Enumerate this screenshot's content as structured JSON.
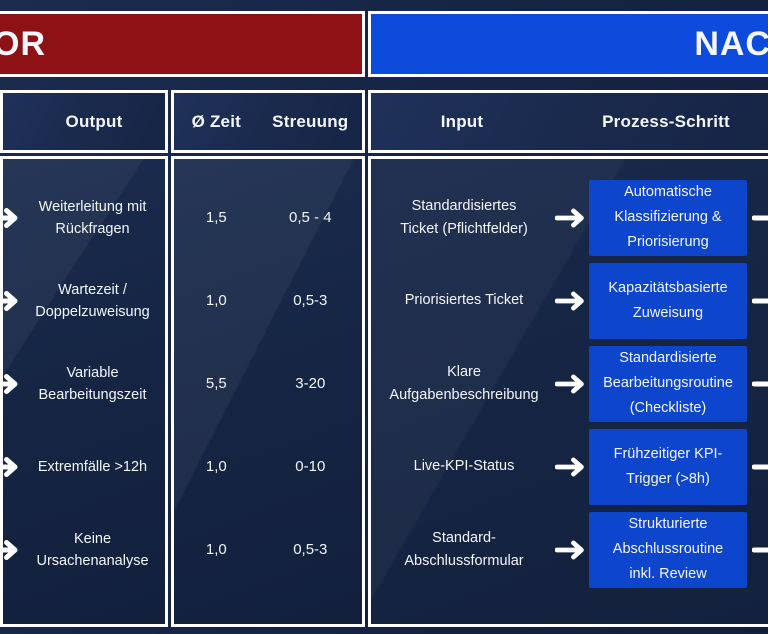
{
  "before": {
    "title": "OR",
    "accent_color": "#8e1215",
    "columns": {
      "output": "Output",
      "zeit": "Ø Zeit",
      "streuung": "Streuung"
    },
    "rows": [
      {
        "output": "Weiterleitung mit\nRückfragen",
        "zeit": "1,5",
        "streuung": "0,5 - 4"
      },
      {
        "output": "Wartezeit /\nDoppelzuweisung",
        "zeit": "1,0",
        "streuung": "0,5-3"
      },
      {
        "output": "Variable\nBearbeitungszeit",
        "zeit": "5,5",
        "streuung": "3-20"
      },
      {
        "output": "Extremfälle >12h",
        "zeit": "1,0",
        "streuung": "0-10"
      },
      {
        "output": "Keine\nUrsachenanalyse",
        "zeit": "1,0",
        "streuung": "0,5-3"
      }
    ]
  },
  "after": {
    "title": "NAC",
    "accent_color": "#0c4bdb",
    "process_box_color": "#0d45cc",
    "columns": {
      "input": "Input",
      "process": "Prozess-Schritt"
    },
    "rows": [
      {
        "input": "Standardisiertes\nTicket (Pflichtfelder)",
        "process": "Automatische\nKlassifizierung &\nPriorisierung"
      },
      {
        "input": "Priorisiertes Ticket",
        "process": "Kapazitätsbasierte\nZuweisung"
      },
      {
        "input": "Klare\nAufgabenbeschreibung",
        "process": "Standardisierte\nBearbeitungsroutine\n(Checkliste)"
      },
      {
        "input": "Live-KPI-Status",
        "process": "Frühzeitiger KPI-\nTrigger (>8h)"
      },
      {
        "input": "Standard-\nAbschlussformular",
        "process": "Strukturierte\nAbschlussroutine\ninkl. Review"
      }
    ]
  },
  "icons": {
    "arrow_right": "→"
  }
}
